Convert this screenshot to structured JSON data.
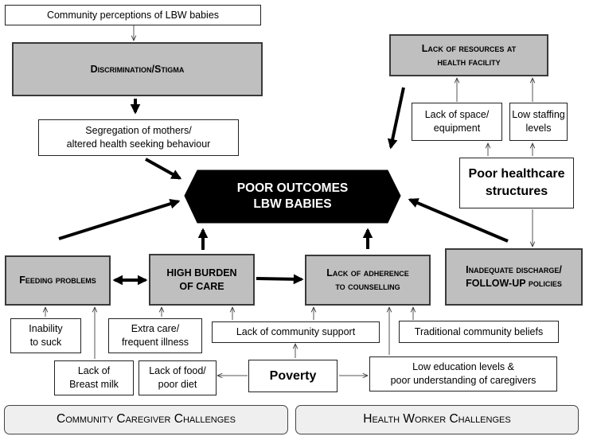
{
  "nodes": {
    "community_perceptions": "Community perceptions of LBW babies",
    "discrimination": "Discrimination/Stigma",
    "segregation": "Segregation of mothers/\naltered health seeking behaviour",
    "poor_outcomes": "POOR OUTCOMES\nLBW BABIES",
    "lack_resources": "Lack of resources at\nhealth facility",
    "lack_space": "Lack of space/\nequipment",
    "low_staffing": "Low staffing\nlevels",
    "poor_healthcare": "Poor healthcare\nstructures",
    "feeding_problems": "Feeding problems",
    "high_burden": "HIGH BURDEN\nOF CARE",
    "lack_adherence": "Lack of adherence\nto counselling",
    "inadequate_discharge": "Inadequate discharge/\nFOLLOW-UP policies",
    "inability_suck": "Inability\nto suck",
    "extra_care": "Extra care/\nfrequent illness",
    "lack_community_support": "Lack of community support",
    "traditional_beliefs": "Traditional  community beliefs",
    "lack_breast_milk": "Lack of\nBreast milk",
    "lack_food": "Lack of food/\npoor diet",
    "poverty": "Poverty",
    "low_education": "Low education levels  &\npoor understanding of caregivers"
  },
  "footer": {
    "community_caregiver": "Community Caregiver Challenges",
    "health_worker": "Health Worker Challenges"
  },
  "colors": {
    "grey_box": "#bfbfbf",
    "center_box": "#000000",
    "footer_box": "#efefef"
  }
}
